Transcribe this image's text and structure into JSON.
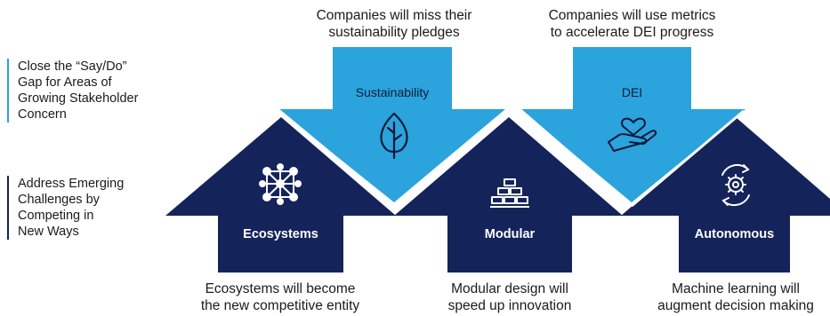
{
  "labels": {
    "top_row": "Close the “Say/Do”\nGap for Areas of\nGrowing Stakeholder\nConcern",
    "bottom_row": "Address Emerging\nChallenges by\nCompeting in\nNew Ways"
  },
  "down_arrows": [
    {
      "label": "Sustainability",
      "caption": "Companies will miss their\nsustainability pledges",
      "icon": "leaf-icon"
    },
    {
      "label": "DEI",
      "caption": "Companies will use metrics\nto accelerate DEI progress",
      "icon": "hand-heart-icon"
    }
  ],
  "up_arrows": [
    {
      "label": "Ecosystems",
      "caption": "Ecosystems will become\nthe new competitive entity",
      "icon": "network-icon"
    },
    {
      "label": "Modular",
      "caption": "Modular design will\nspeed up innovation",
      "icon": "blocks-icon"
    },
    {
      "label": "Autonomous",
      "caption": "Machine learning will\naugment decision making",
      "icon": "gear-cycle-icon"
    }
  ],
  "colors": {
    "light_blue": "#2ba3dc",
    "navy": "#14245a"
  }
}
